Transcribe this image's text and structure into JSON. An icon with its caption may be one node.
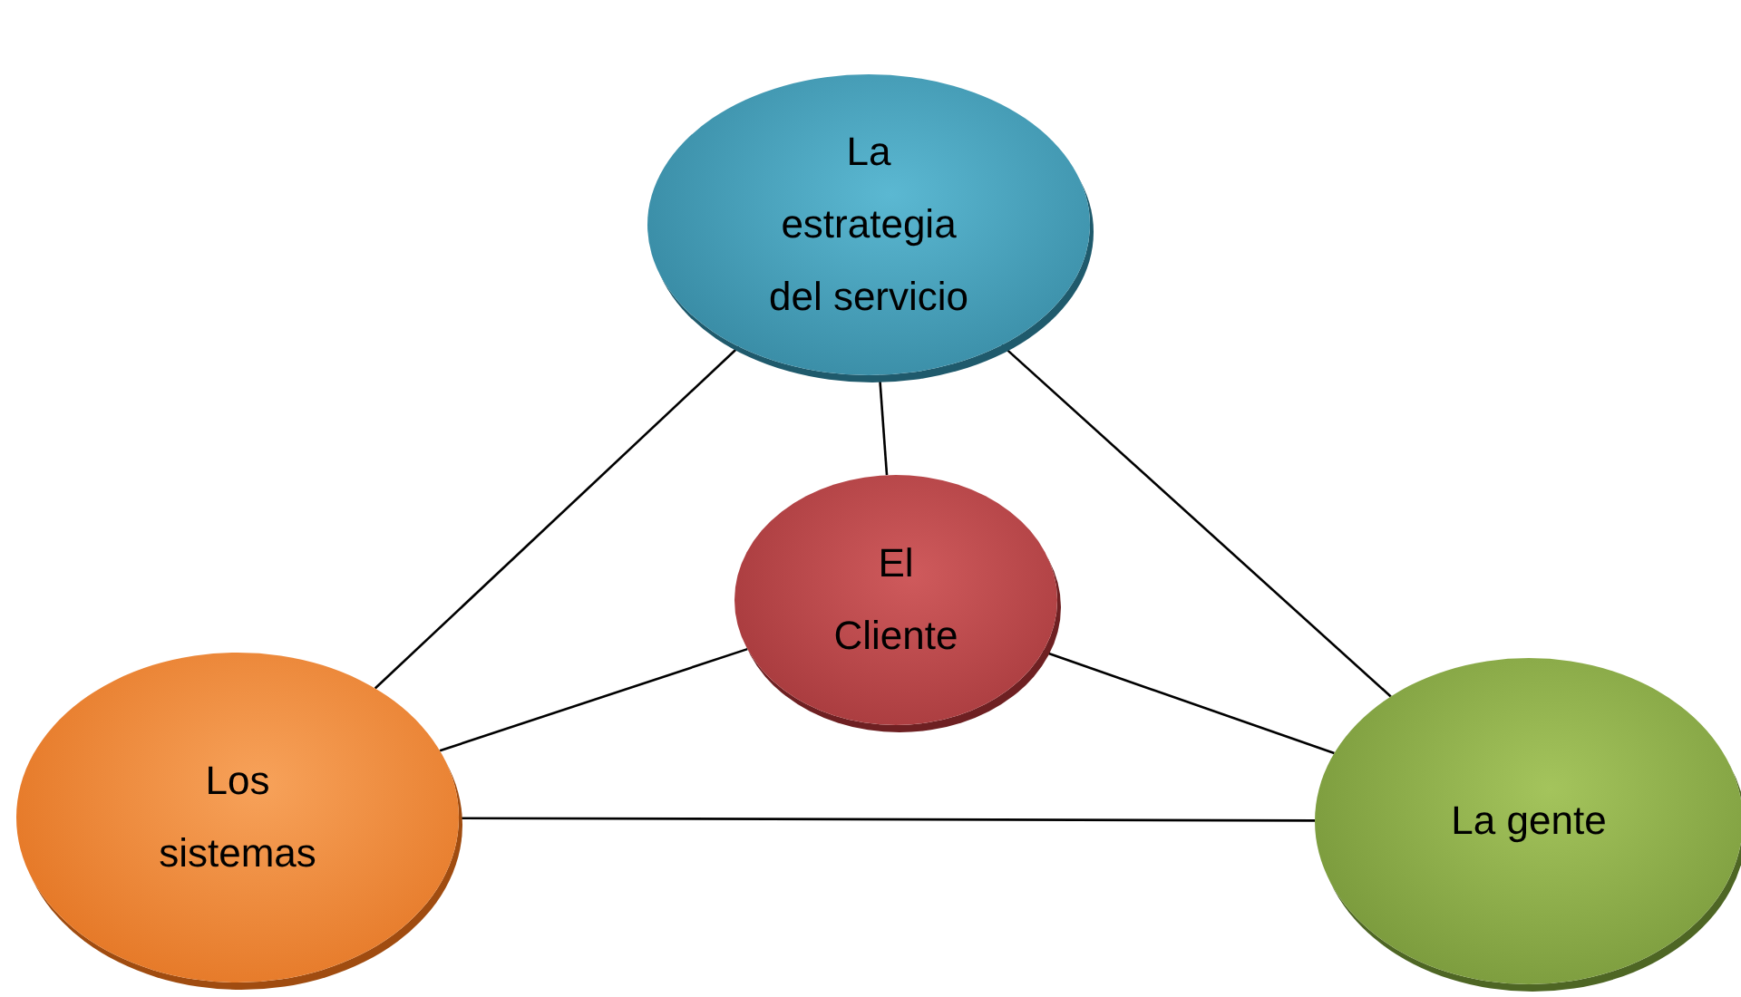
{
  "diagram": {
    "nodes": [
      {
        "text": [
          "La estrategia del servicio"
        ]
      },
      {
        "text": [
          "El Cliente"
        ]
      },
      {
        "text": [
          "Los sistemas"
        ]
      },
      {
        "text": [
          "La gente"
        ]
      }
    ],
    "edges": [
      {
        "from": 0,
        "to": 2,
        "arrow": "none"
      },
      {
        "from": 0,
        "to": 3,
        "arrow": "none"
      },
      {
        "from": 0,
        "to": 1,
        "arrow": "none"
      },
      {
        "from": 1,
        "to": 2,
        "arrow": "none"
      },
      {
        "from": 1,
        "to": 3,
        "arrow": "none"
      },
      {
        "from": 2,
        "to": 3,
        "arrow": "none"
      }
    ]
  }
}
